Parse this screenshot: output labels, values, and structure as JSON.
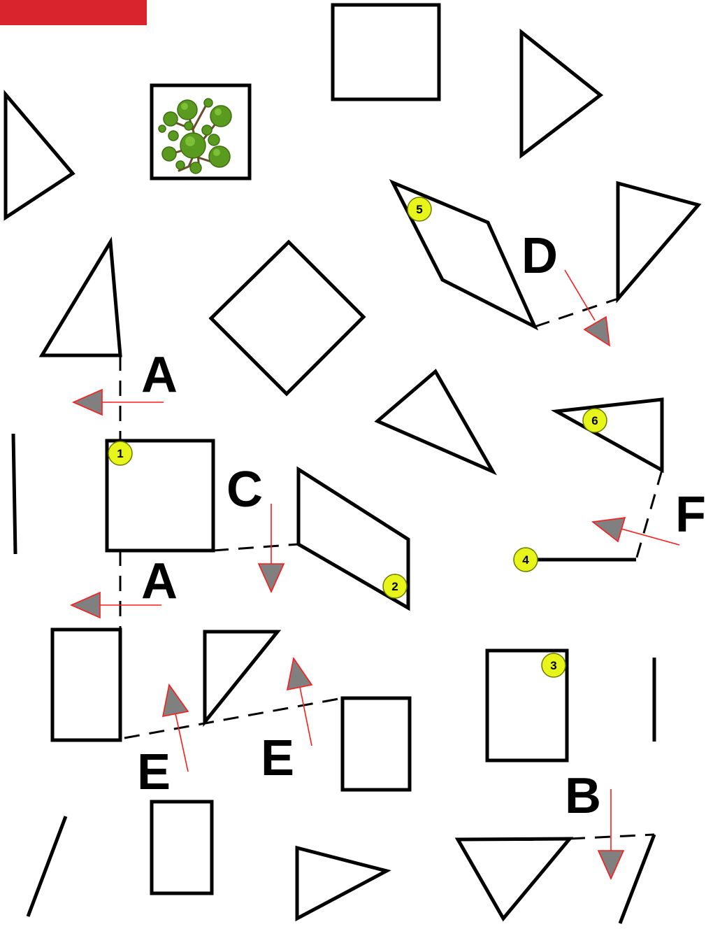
{
  "colors": {
    "header_bar": "#d9232d",
    "arrow_line": "#ff1a1a",
    "arrow_head": "#808080",
    "marker_fill": "#e8f51a",
    "tree_leaf": "#5a9a1e"
  },
  "letters": {
    "A_top": "A",
    "A_bottom": "A",
    "B": "B",
    "C": "C",
    "D": "D",
    "E_left": "E",
    "E_right": "E",
    "F": "F"
  },
  "markers": {
    "m1": "1",
    "m2": "2",
    "m3": "3",
    "m4": "4",
    "m5": "5",
    "m6": "6"
  },
  "icons": {
    "tree": "tree-icon"
  }
}
